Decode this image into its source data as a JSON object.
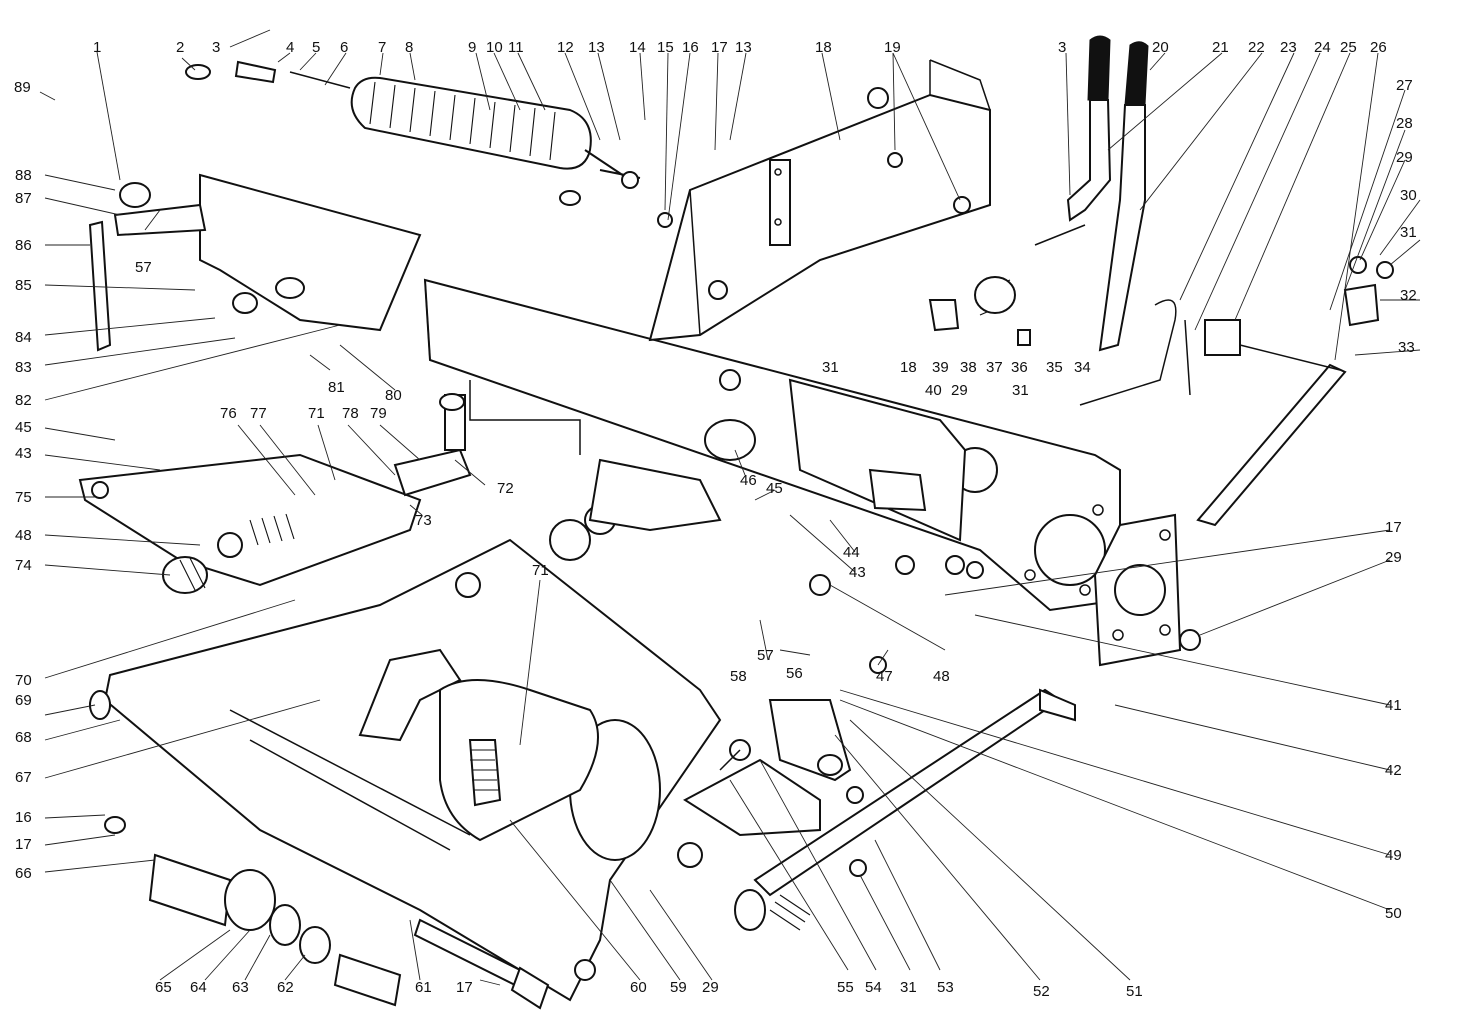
{
  "labels": [
    {
      "text": "1"
    },
    {
      "text": "2"
    },
    {
      "text": "3"
    },
    {
      "text": "4"
    },
    {
      "text": "5"
    },
    {
      "text": "6"
    },
    {
      "text": "7"
    },
    {
      "text": "8"
    },
    {
      "text": "9"
    },
    {
      "text": "10"
    },
    {
      "text": "11"
    },
    {
      "text": "12"
    },
    {
      "text": "13"
    },
    {
      "text": "14"
    },
    {
      "text": "15"
    },
    {
      "text": "16"
    },
    {
      "text": "17"
    },
    {
      "text": "13"
    },
    {
      "text": "18"
    },
    {
      "text": "19"
    },
    {
      "text": "3"
    },
    {
      "text": "20"
    },
    {
      "text": "21"
    },
    {
      "text": "22"
    },
    {
      "text": "23"
    },
    {
      "text": "24"
    },
    {
      "text": "25"
    },
    {
      "text": "26"
    },
    {
      "text": "27"
    },
    {
      "text": "28"
    },
    {
      "text": "29"
    },
    {
      "text": "30"
    },
    {
      "text": "31"
    },
    {
      "text": "32"
    },
    {
      "text": "33"
    },
    {
      "text": "89"
    },
    {
      "text": "88"
    },
    {
      "text": "87"
    },
    {
      "text": "86"
    },
    {
      "text": "85"
    },
    {
      "text": "84"
    },
    {
      "text": "83"
    },
    {
      "text": "82"
    },
    {
      "text": "81"
    },
    {
      "text": "80"
    },
    {
      "text": "57"
    },
    {
      "text": "18"
    },
    {
      "text": "39"
    },
    {
      "text": "38"
    },
    {
      "text": "37"
    },
    {
      "text": "36"
    },
    {
      "text": "35"
    },
    {
      "text": "34"
    },
    {
      "text": "31"
    },
    {
      "text": "40"
    },
    {
      "text": "29"
    },
    {
      "text": "31"
    },
    {
      "text": "45"
    },
    {
      "text": "43"
    },
    {
      "text": "76"
    },
    {
      "text": "77"
    },
    {
      "text": "71"
    },
    {
      "text": "78"
    },
    {
      "text": "79"
    },
    {
      "text": "75"
    },
    {
      "text": "72"
    },
    {
      "text": "73"
    },
    {
      "text": "48"
    },
    {
      "text": "74"
    },
    {
      "text": "46"
    },
    {
      "text": "45"
    },
    {
      "text": "44"
    },
    {
      "text": "43"
    },
    {
      "text": "17"
    },
    {
      "text": "29"
    },
    {
      "text": "70"
    },
    {
      "text": "71"
    },
    {
      "text": "57"
    },
    {
      "text": "56"
    },
    {
      "text": "58"
    },
    {
      "text": "47"
    },
    {
      "text": "48"
    },
    {
      "text": "41"
    },
    {
      "text": "42"
    },
    {
      "text": "69"
    },
    {
      "text": "68"
    },
    {
      "text": "67"
    },
    {
      "text": "16"
    },
    {
      "text": "17"
    },
    {
      "text": "66"
    },
    {
      "text": "49"
    },
    {
      "text": "50"
    },
    {
      "text": "65"
    },
    {
      "text": "64"
    },
    {
      "text": "63"
    },
    {
      "text": "62"
    },
    {
      "text": "61"
    },
    {
      "text": "17"
    },
    {
      "text": "60"
    },
    {
      "text": "59"
    },
    {
      "text": "29"
    },
    {
      "text": "55"
    },
    {
      "text": "54"
    },
    {
      "text": "31"
    },
    {
      "text": "53"
    },
    {
      "text": "52"
    },
    {
      "text": "51"
    }
  ]
}
